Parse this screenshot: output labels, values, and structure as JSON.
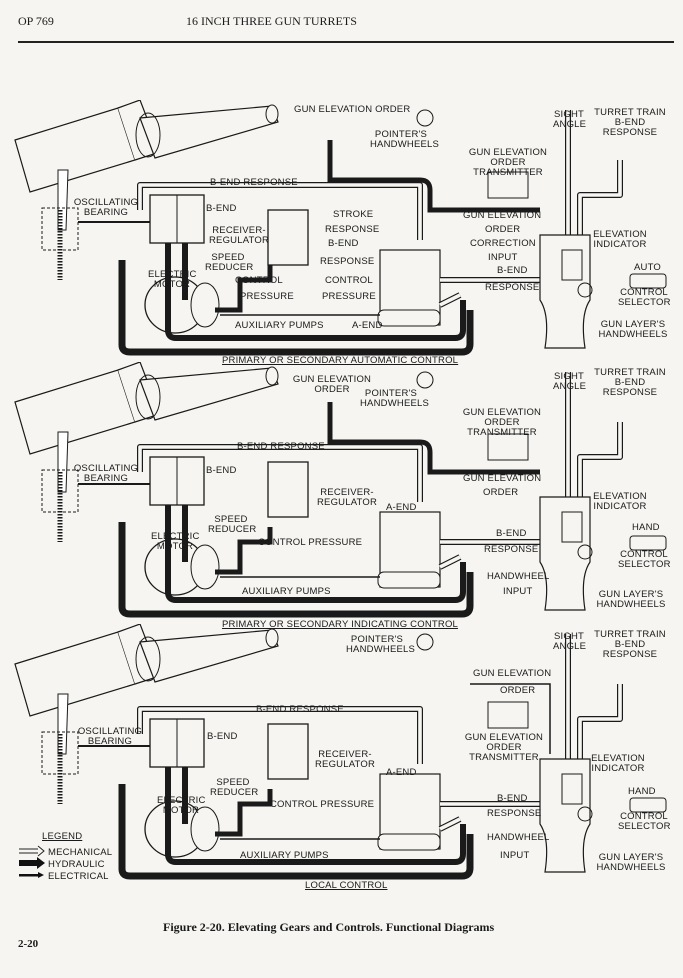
{
  "header": {
    "doc_code": "OP 769",
    "title": "16 INCH THREE GUN TURRETS"
  },
  "panels": [
    {
      "mode": "PRIMARY OR SECONDARY AUTOMATIC CONTROL",
      "gun_elevation_order": "GUN ELEVATION ORDER",
      "pointers_handwheels": "POINTER'S HANDWHEELS",
      "sight_angle": "SIGHT ANGLE",
      "turret_train": "TURRET TRAIN B-END RESPONSE",
      "transmitter": "GUN ELEVATION ORDER TRANSMITTER",
      "b_end_response": "B-END RESPONSE",
      "oscillating_bearing": "OSCILLATING BEARING",
      "b_end": "B-END",
      "stroke": "STROKE",
      "response": "RESPONSE",
      "gun_elevation": "GUN ELEVATION",
      "order": "ORDER",
      "correction": "CORRECTION",
      "receiver_regulator": "RECEIVER-REGULATOR",
      "b_end2": "B-END",
      "elevation_indicator": "ELEVATION INDICATOR",
      "speed_reducer": "SPEED REDUCER",
      "input": "INPUT",
      "response2": "RESPONSE",
      "b_end3": "B-END",
      "selector_mode": "AUTO",
      "electric_motor": "ELECTRIC MOTOR",
      "control": "CONTROL",
      "control2": "CONTROL",
      "response3": "RESPONSE",
      "control_selector": "CONTROL SELECTOR",
      "pressure": "PRESSURE",
      "pressure2": "PRESSURE",
      "auxiliary_pumps": "AUXILIARY PUMPS",
      "a_end": "A-END",
      "gun_layers_handwheels": "GUN LAYER'S HANDWHEELS"
    },
    {
      "mode": "PRIMARY OR SECONDARY INDICATING CONTROL",
      "gun_elevation_order": "GUN ELEVATION ORDER",
      "pointers_handwheels": "POINTER'S HANDWHEELS",
      "sight_angle": "SIGHT ANGLE",
      "turret_train": "TURRET TRAIN B-END RESPONSE",
      "transmitter": "GUN ELEVATION ORDER TRANSMITTER",
      "b_end_response": "B-END RESPONSE",
      "oscillating_bearing": "OSCILLATING BEARING",
      "b_end": "B-END",
      "receiver_regulator": "RECEIVER-REGULATOR",
      "gun_elevation": "GUN ELEVATION",
      "order": "ORDER",
      "elevation_indicator": "ELEVATION INDICATOR",
      "a_end": "A-END",
      "speed_reducer": "SPEED REDUCER",
      "selector_mode": "HAND",
      "electric_motor": "ELECTRIC MOTOR",
      "b_end2": "B-END",
      "control_pressure": "CONTROL PRESSURE",
      "response": "RESPONSE",
      "control_selector": "CONTROL SELECTOR",
      "handwheel": "HANDWHEEL",
      "auxiliary_pumps": "AUXILIARY PUMPS",
      "input": "INPUT",
      "gun_layers_handwheels": "GUN LAYER'S HANDWHEELS"
    },
    {
      "mode": "LOCAL CONTROL",
      "pointers_handwheels": "POINTER'S HANDWHEELS",
      "sight_angle": "SIGHT ANGLE",
      "turret_train": "TURRET TRAIN B-END RESPONSE",
      "gun_elevation": "GUN ELEVATION",
      "order": "ORDER",
      "b_end_response": "B-END RESPONSE",
      "oscillating_bearing": "OSCILLATING BEARING",
      "b_end": "B-END",
      "receiver_regulator": "RECEIVER-REGULATOR",
      "transmitter": "GUN ELEVATION ORDER TRANSMITTER",
      "elevation_indicator": "ELEVATION INDICATOR",
      "a_end": "A-END",
      "speed_reducer": "SPEED REDUCER",
      "selector_mode": "HAND",
      "electric_motor": "ELECTRIC MOTOR",
      "b_end2": "B-END",
      "control_pressure": "CONTROL PRESSURE",
      "response": "RESPONSE",
      "control_selector": "CONTROL SELECTOR",
      "handwheel": "HANDWHEEL",
      "auxiliary_pumps": "AUXILIARY PUMPS",
      "input": "INPUT",
      "gun_layers_handwheels": "GUN LAYER'S HANDWHEELS"
    }
  ],
  "legend": {
    "title": "LEGEND",
    "items": [
      {
        "label": "MECHANICAL",
        "style": "hollow-arrow"
      },
      {
        "label": "HYDRAULIC",
        "style": "solid-thick-arrow"
      },
      {
        "label": "ELECTRICAL",
        "style": "thin-arrow"
      }
    ]
  },
  "caption": "Figure 2-20.  Elevating Gears and Controls.  Functional Diagrams",
  "page_number": "2-20",
  "colors": {
    "paper": "#f6f5f1",
    "ink": "#1a1a1a"
  }
}
